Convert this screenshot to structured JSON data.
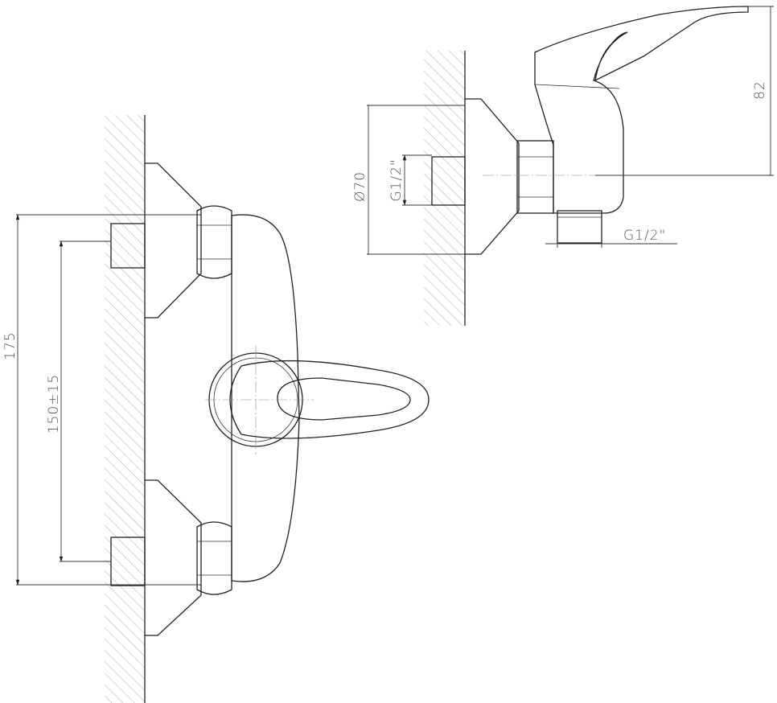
{
  "title": "Single-lever shower mixer technical drawing",
  "front_view": {
    "dim_total_spacing": "175",
    "dim_center_spacing": "150±15"
  },
  "side_view": {
    "dim_escutcheon_diameter": "Ø70",
    "dim_inlet_thread": "G1/2\"",
    "dim_height": "82",
    "dim_outlet_thread": "G1/2\""
  }
}
